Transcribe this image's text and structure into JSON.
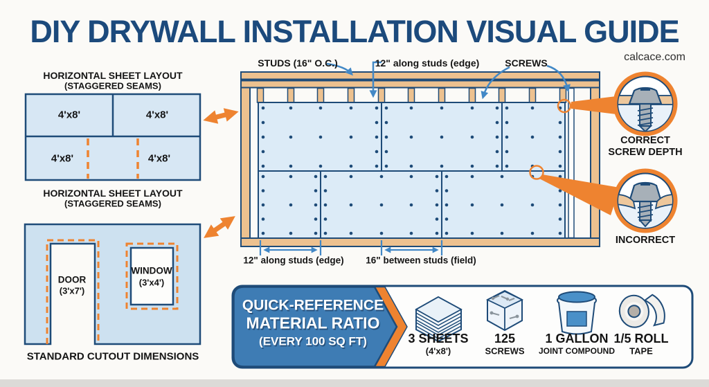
{
  "page": {
    "title": "DIY DRYWALL INSTALLATION VISUAL GUIDE",
    "site": "calcace.com"
  },
  "colors": {
    "navy_outline": "#1e4b78",
    "title_navy": "#1c4a7c",
    "orange_accent": "#ee8330",
    "callout_blue": "#4288c6",
    "banner_blue": "#3e7cb4",
    "drywall_blue": "#d7e7f4",
    "wood_tan": "#edc18f",
    "screw_gray": "#a7b0b8"
  },
  "sheet_layout": {
    "header_line1": "HORIZONTAL SHEET LAYOUT",
    "header_line2": "(STAGGERED SEAMS)",
    "caption_line1": "HORIZONTAL SHEET LAYOUT",
    "caption_line2": "(STAGGERED SEAMS)",
    "sheets": [
      {
        "label": "4'x8'"
      },
      {
        "label": "4'x8'"
      },
      {
        "label": "4'x8'"
      },
      {
        "label": "4'x8'"
      }
    ]
  },
  "cutout": {
    "door_label": "DOOR",
    "door_size": "(3'x7')",
    "window_label": "WINDOW",
    "window_size": "(3'x4')",
    "caption": "STANDARD CUTOUT DIMENSIONS"
  },
  "wall": {
    "label_studs": "STUDS (16\" O.C.)",
    "label_edge_top": "12\" along studs (edge)",
    "label_screws": "SCREWS",
    "dim_edge": "12\" along studs (edge)",
    "dim_field": "16\" between studs (field)"
  },
  "details": {
    "correct_line1": "CORRECT",
    "correct_line2": "SCREW DEPTH",
    "incorrect_label": "INCORRECT",
    "icons": [
      "correct-screw-depth-icon",
      "incorrect-screw-depth-icon"
    ]
  },
  "banner": {
    "heading_line1": "QUICK-REFERENCE",
    "heading_line2": "MATERIAL RATIO",
    "heading_line3": "(EVERY 100 SQ FT)",
    "items": [
      {
        "qty": "3 SHEETS",
        "sub": "(4'x8')",
        "icon": "drywall-sheets-icon"
      },
      {
        "qty": "125",
        "sub": "SCREWS",
        "icon": "screws-box-icon"
      },
      {
        "qty": "1 GALLON",
        "sub": "JOINT COMPOUND",
        "icon": "joint-compound-bucket-icon"
      },
      {
        "qty": "1/5 ROLL",
        "sub": "TAPE",
        "icon": "tape-roll-icon"
      }
    ]
  }
}
